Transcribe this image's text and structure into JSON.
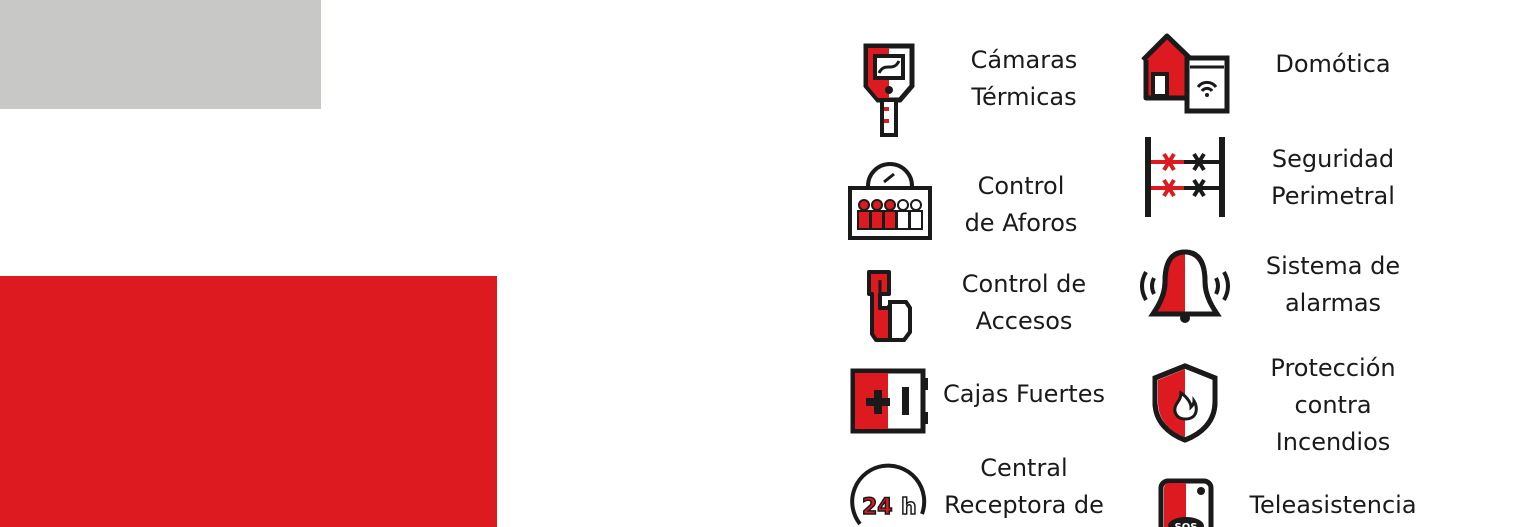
{
  "colors": {
    "accent": "#dc1a1f",
    "gray": "#c8c8c6",
    "ink": "#1a1a1a"
  },
  "services": [
    {
      "icon": "thermal-camera-icon",
      "lines": [
        "Cámaras",
        "Térmicas"
      ]
    },
    {
      "icon": "smart-home-icon",
      "lines": [
        "Domótica"
      ]
    },
    {
      "icon": "capacity-gauge-icon",
      "lines": [
        "Control",
        "de Aforos"
      ]
    },
    {
      "icon": "barbed-wire-fence-icon",
      "lines": [
        "Seguridad",
        "Perimetral"
      ]
    },
    {
      "icon": "access-touch-icon",
      "lines": [
        "Control de",
        "Accesos"
      ]
    },
    {
      "icon": "alarm-bell-icon",
      "lines": [
        "Sistema de",
        "alarmas"
      ]
    },
    {
      "icon": "safe-box-icon",
      "lines": [
        "Cajas Fuertes"
      ]
    },
    {
      "icon": "fire-shield-icon",
      "lines": [
        "Protección",
        "contra",
        "Incendios"
      ]
    },
    {
      "icon": "24h-clock-icon",
      "lines": [
        "Central",
        "Receptora de"
      ],
      "badge": "24h"
    },
    {
      "icon": "sos-phone-icon",
      "lines": [
        "Teleasistencia"
      ],
      "badge": "SOS"
    }
  ]
}
